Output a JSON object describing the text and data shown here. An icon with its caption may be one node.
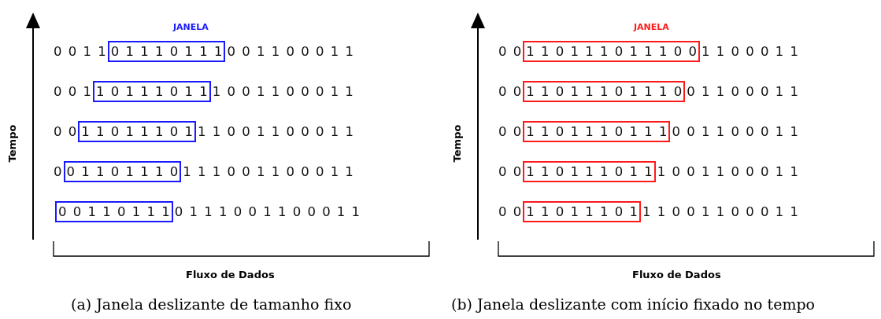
{
  "diagram": {
    "nodes": [
      {
        "text": [
          "0 1 1 1 0 1 1 1"
        ]
      },
      {
        "text": [
          "1 0 1 1 1 0 1 1"
        ]
      },
      {
        "text": [
          "1 1 0 1 1 1 0 1"
        ]
      },
      {
        "text": [
          "0 1 1 0 1 1 1 0"
        ]
      },
      {
        "text": [
          "0 0 1 1 0 1 1 1"
        ]
      },
      {
        "text": [
          "1 1 0 1 1 1 0 1 1 1 0 0"
        ]
      },
      {
        "text": [
          "1 1 0 1 1 1 0 1 1 1 0"
        ]
      },
      {
        "text": [
          "1 1 0 1 1 1 0 1 1 1"
        ]
      },
      {
        "text": [
          "1 1 0 1 1 1 0 1 1"
        ]
      },
      {
        "text": [
          "1 1 0 1 1 1 0 1"
        ]
      }
    ],
    "labels": [
      "JANELA",
      "0 0 1 1",
      "0 0 1 1 0 0 0 1 1",
      "0 0 1",
      "1 0 0 1 1 0 0 0 1 1",
      "0 0",
      "1 1 0 0 1 1 0 0 0 1 1",
      "0",
      "1 1 1 0 0 1 1 0 0 0 1 1",
      "0 1 1 1 0 0 1 1 0 0 0 1 1",
      "Tempo",
      "Fluxo de Dados",
      "JANELA",
      "0 0",
      "1 1 0 0 0 1 1",
      "0 0",
      "0 1 1 0 0 0 1 1",
      "0 0",
      "0 0 1 1 0 0 0 1 1",
      "0 0",
      "1 0 0 1 1 0 0 0 1 1",
      "0 0",
      "1 1 0 0 1 1 0 0 0 1 1",
      "Tempo",
      "Fluxo de Dados",
      "(a) Janela deslizante de tamanho fixo",
      "(b) Janela deslizante com início fixado no tempo"
    ]
  }
}
